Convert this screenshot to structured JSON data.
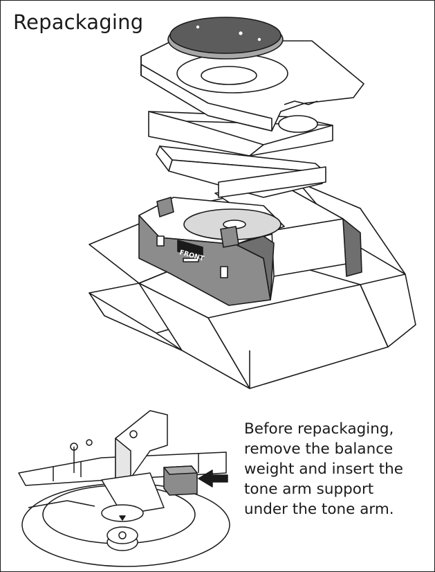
{
  "section": {
    "title": "Repackaging"
  },
  "diagram": {
    "box_label": "FRONT"
  },
  "instruction": {
    "lines": [
      "Before repackaging,",
      "remove the balance",
      "weight and insert the",
      "tone arm support",
      "under the tone arm."
    ]
  },
  "colors": {
    "line": "#1a1a1a",
    "foam": "#8c8c8c",
    "foam_dark": "#6f6f6f",
    "mat": "#5c5c5c",
    "paper": "#ffffff"
  }
}
